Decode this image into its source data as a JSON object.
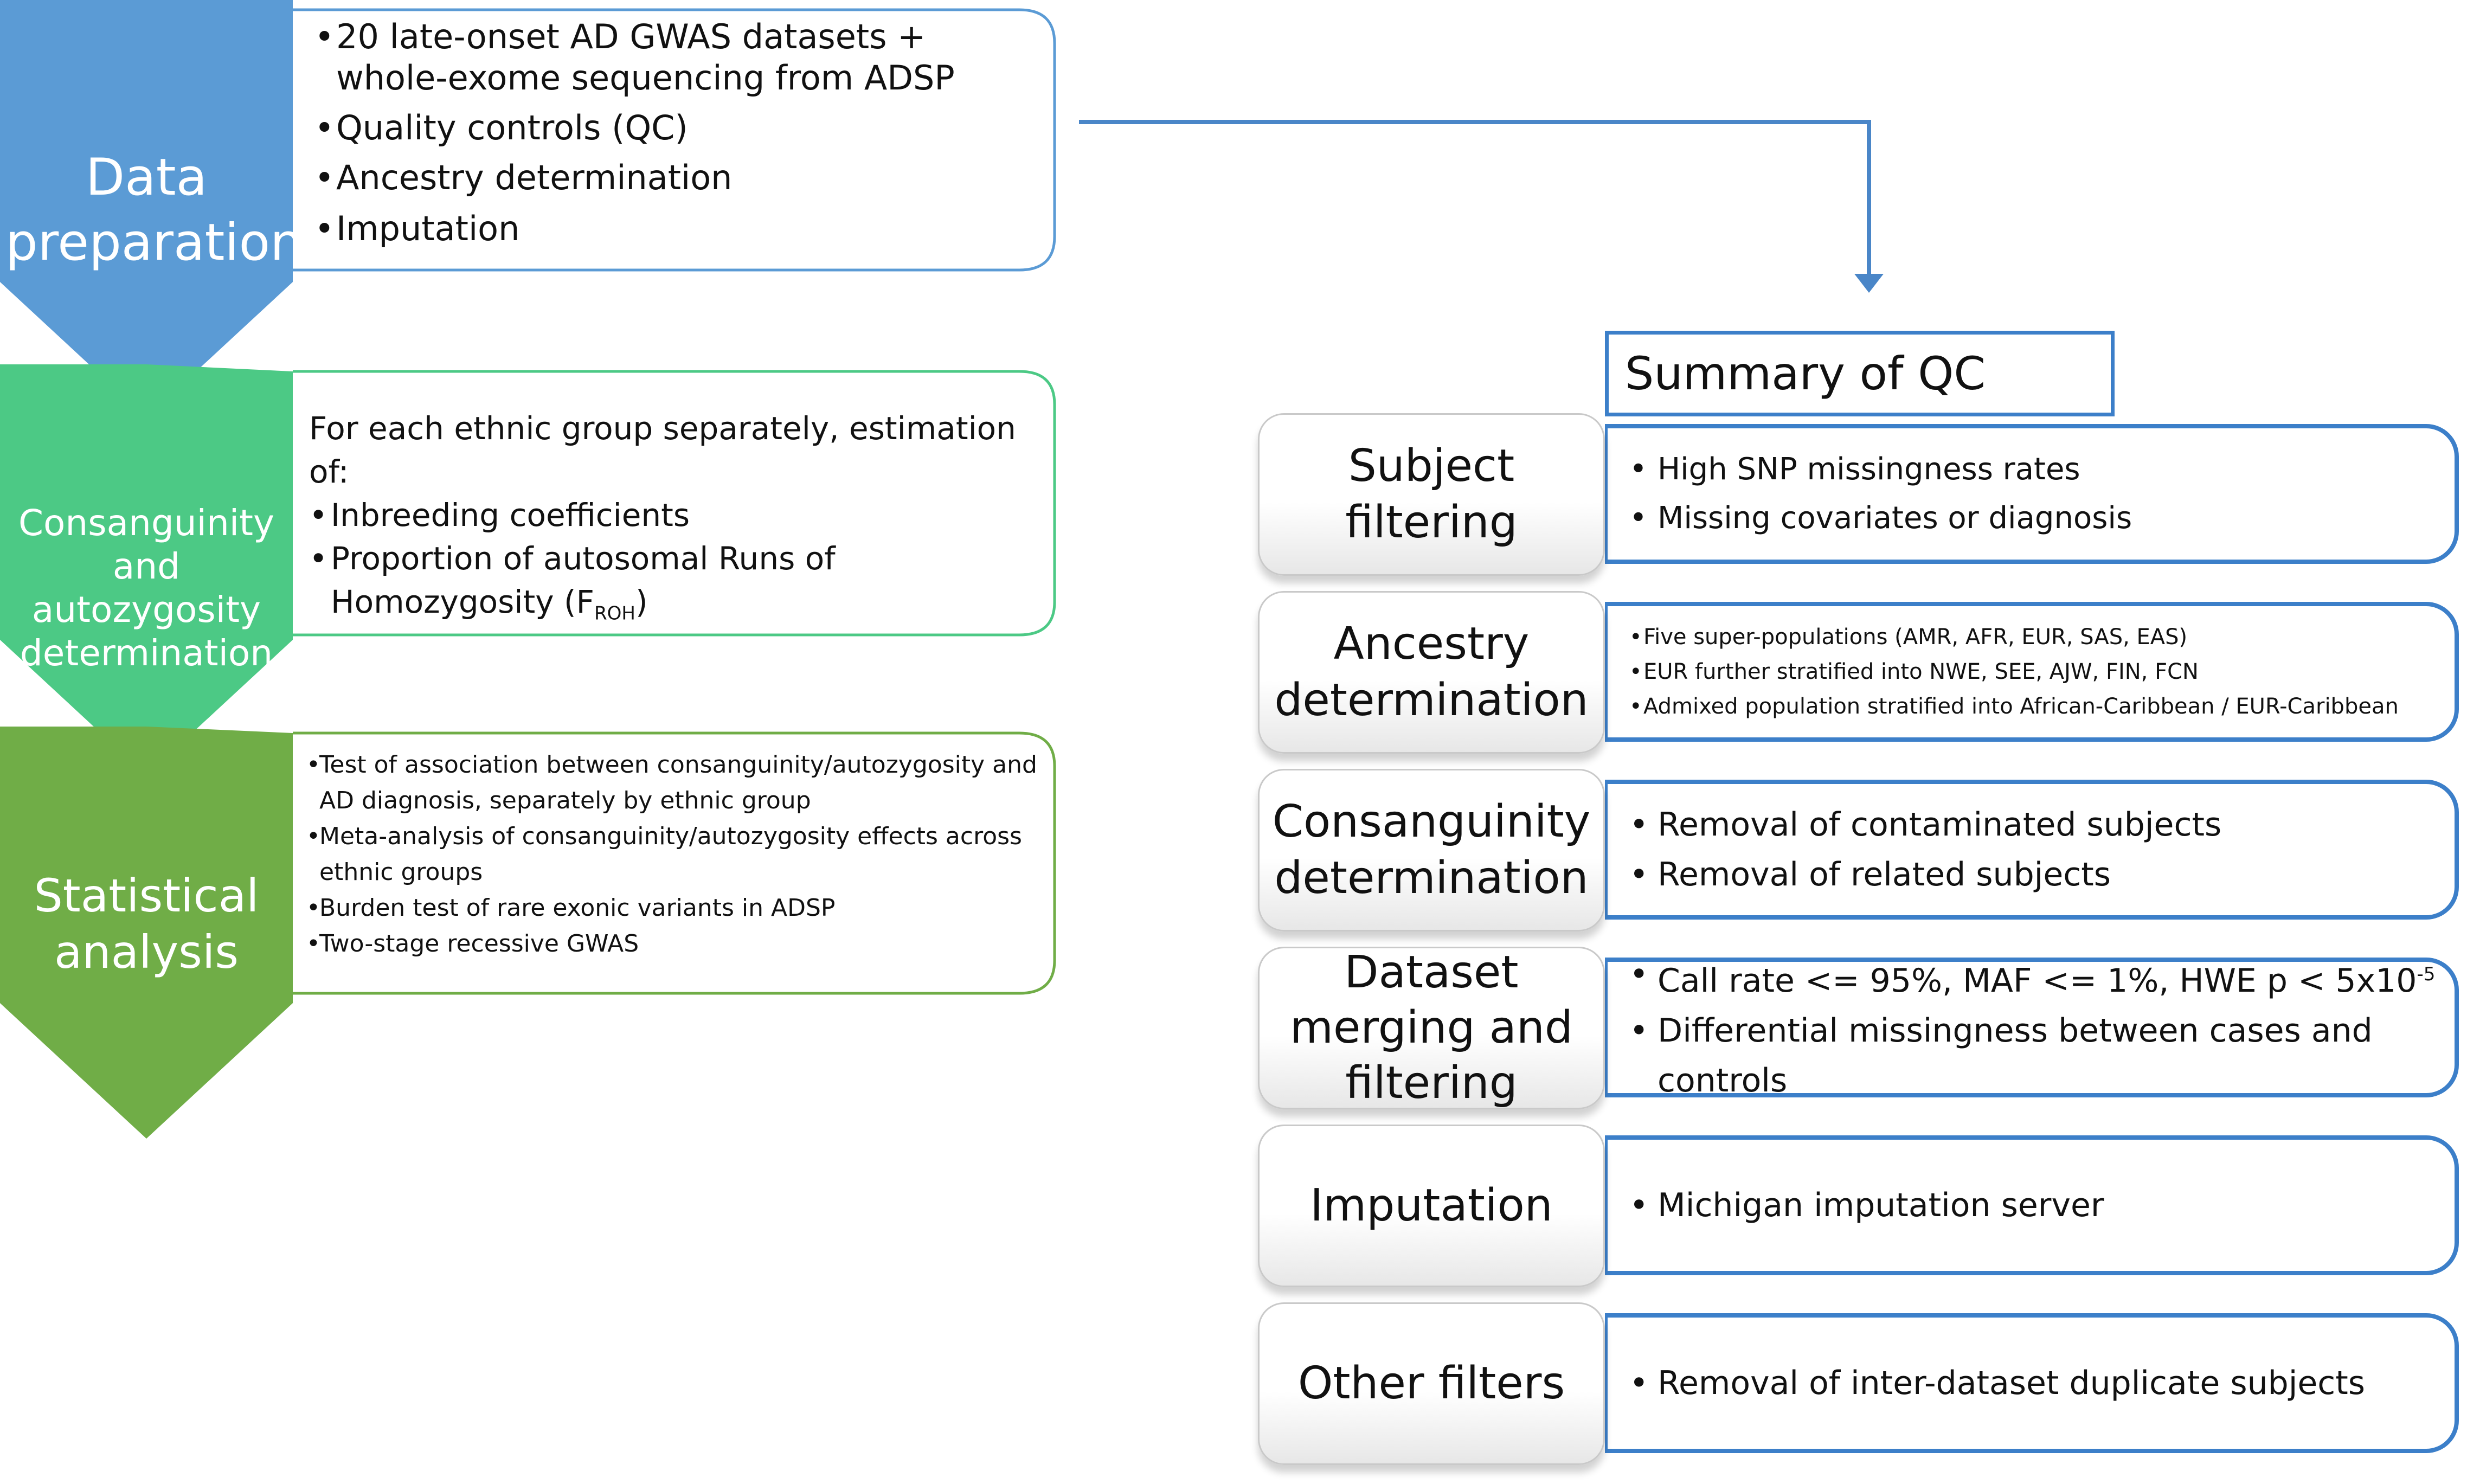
{
  "phases": [
    {
      "label_lines": [
        "Data",
        "preparation"
      ],
      "color": "#5b9bd5",
      "items": [
        "20 late-onset AD GWAS datasets + whole-exome sequencing from ADSP",
        "Quality controls (QC)",
        "Ancestry determination",
        "Imputation"
      ]
    },
    {
      "label_lines": [
        "Consanguinity",
        "and autozygosity",
        "determination"
      ],
      "color": "#4cc985",
      "intro": "For each ethnic group separately, estimation of:",
      "items": [
        "Inbreeding coefficients",
        "Proportion of autosomal Runs of Homozygosity (F"
      ],
      "subscript": "ROH",
      "tail": ")"
    },
    {
      "label_lines": [
        "Statistical",
        "analysis"
      ],
      "color": "#70ad47",
      "items": [
        "Test of association between consanguinity/autozygosity and AD diagnosis, separately by ethnic group",
        "Meta-analysis of consanguinity/autozygosity effects across ethnic groups",
        "Burden test of rare exonic variants in ADSP",
        "Two-stage recessive GWAS"
      ]
    }
  ],
  "qc_title": "Summary of QC steps:",
  "qc_steps": [
    {
      "label_lines": [
        "Subject",
        "filtering"
      ],
      "items": [
        "High SNP missingness rates",
        "Missing covariates or diagnosis"
      ]
    },
    {
      "label_lines": [
        "Ancestry",
        "determination"
      ],
      "items": [
        "Five super-populations (AMR, AFR, EUR, SAS, EAS)",
        "EUR further stratified into NWE, SEE, AJW, FIN, FCN",
        "Admixed population stratified into African-Caribbean / EUR-Caribbean"
      ]
    },
    {
      "label_lines": [
        "Consanguinity",
        "determination"
      ],
      "items": [
        "Removal of contaminated subjects",
        "Removal of related subjects"
      ]
    },
    {
      "label_lines": [
        "Dataset",
        "merging and",
        "filtering"
      ],
      "items": [
        "Call rate <= 95%, MAF <= 1%, HWE p < 5x10",
        "Differential missingness between cases and controls"
      ],
      "superscript": "-5"
    },
    {
      "label_lines": [
        "Imputation"
      ],
      "items": [
        "Michigan imputation server"
      ]
    },
    {
      "label_lines": [
        "Other filters"
      ],
      "items": [
        "Removal of inter-dataset duplicate subjects"
      ]
    }
  ],
  "colors": {
    "arrow": "#4a86c8",
    "qc_border": "#3c7fc9"
  }
}
